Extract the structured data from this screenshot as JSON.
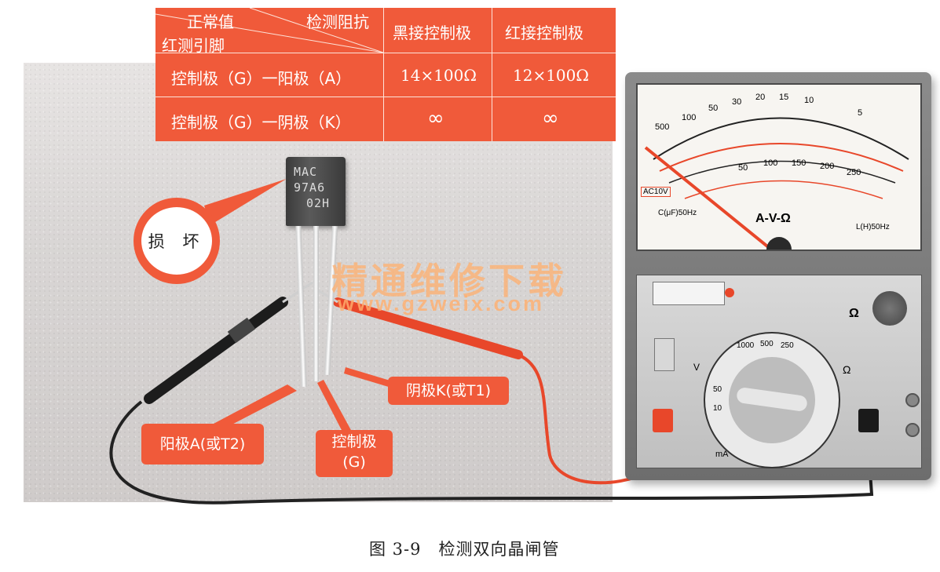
{
  "table": {
    "header": {
      "top_left": "正常值",
      "top_right": "检测阻抗",
      "bottom_left": "红测引脚",
      "col1": "黑接控制极",
      "col2": "红接控制极"
    },
    "rows": [
      {
        "label": "控制极（G）一阳极（A）",
        "v1": "14×100Ω",
        "v2": "12×100Ω"
      },
      {
        "label": "控制极（G）一阴极（K）",
        "v1": "∞",
        "v2": "∞"
      }
    ]
  },
  "component": {
    "marking_lines": [
      "MAC",
      "97A6",
      "02H"
    ]
  },
  "badge": {
    "text": "损 坏"
  },
  "callouts": {
    "cathode": "阴极K(或T1)",
    "anode": "阳极A(或T2)",
    "gate_line1": "控制极",
    "gate_line2": "(G)"
  },
  "watermark": {
    "cn": "精通维修下载",
    "url": "www.gzweix.com"
  },
  "meter": {
    "scale_title": "A-V-Ω",
    "ac_label": "AC10V",
    "c_label": "C(μF)50Hz",
    "l_label": "L(H)50Hz",
    "ohm_symbol": "Ω",
    "v_symbol": "V",
    "ma_label": "mA",
    "top_scale": [
      "500",
      "100",
      "50",
      "30",
      "20",
      "15",
      "10",
      "5"
    ],
    "mid_scale": [
      "50",
      "100",
      "150",
      "200",
      "250"
    ],
    "dial_labels": [
      "1000",
      "500",
      "250",
      "50",
      "10"
    ]
  },
  "caption": "图 3-9　检测双向晶闸管"
}
